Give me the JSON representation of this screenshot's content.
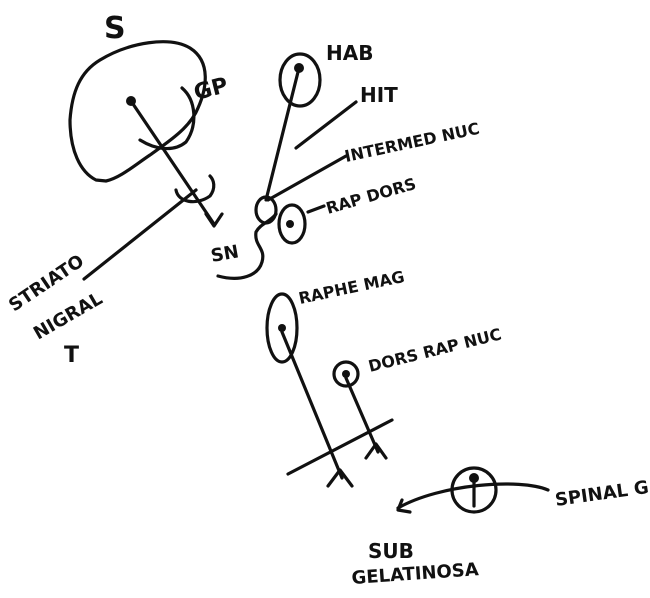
{
  "labels": {
    "s": "S",
    "gp": "GP",
    "hab": "HAB",
    "hit": "HIT",
    "intermed_nuc": "INTERMED NUC",
    "raphe_dors": "RAP DORS",
    "sn": "SN",
    "striato_line1": "STRIATO",
    "striato_line2": "NIGRAL",
    "striato_line3": "T",
    "raphe_mag": "RAPHE MAG",
    "dors_raphe_nuc": "DORS RAP NUC",
    "spinal_g": "SPINAL G",
    "subgelatinosa_line1": "SUB",
    "subgelatinosa_line2": "GELATINOSA"
  },
  "colors": {
    "ink": "#111111",
    "paper": "#ffffff"
  }
}
